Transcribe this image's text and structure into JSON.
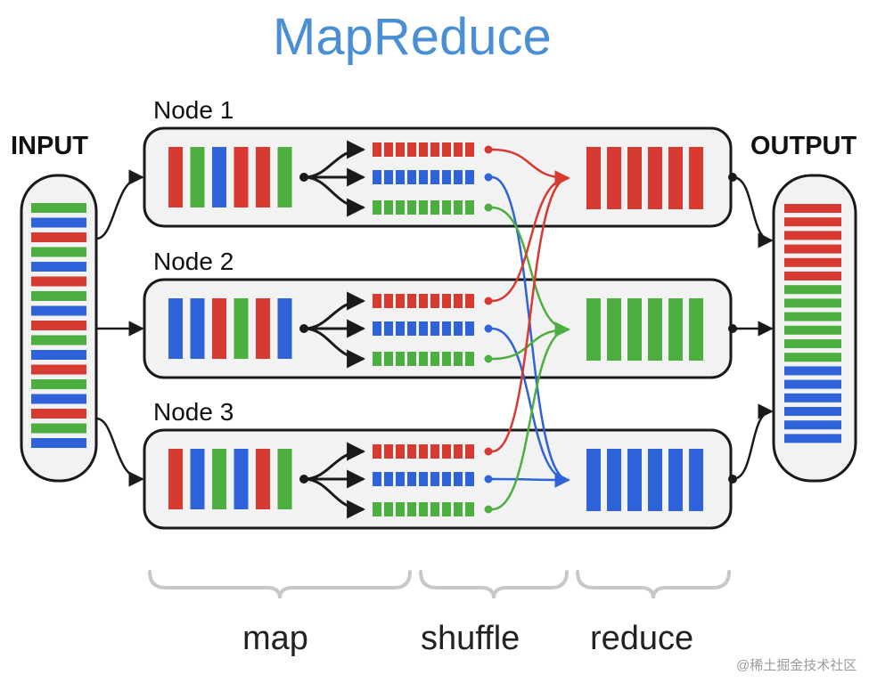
{
  "title": "MapReduce",
  "input_label": "INPUT",
  "output_label": "OUTPUT",
  "nodes": [
    {
      "label": "Node 1",
      "input_block": [
        "red",
        "green",
        "blue",
        "red",
        "red",
        "green"
      ],
      "reduce_color": "red"
    },
    {
      "label": "Node 2",
      "input_block": [
        "blue",
        "blue",
        "red",
        "green",
        "red",
        "blue"
      ],
      "reduce_color": "green"
    },
    {
      "label": "Node 3",
      "input_block": [
        "red",
        "blue",
        "green",
        "blue",
        "red",
        "green"
      ],
      "reduce_color": "blue"
    }
  ],
  "shuffle_rows": [
    "red",
    "blue",
    "green"
  ],
  "input_stripes": [
    "green",
    "blue",
    "red",
    "green",
    "blue",
    "red",
    "green",
    "blue",
    "red",
    "green",
    "blue",
    "red",
    "green",
    "blue",
    "red",
    "green",
    "blue"
  ],
  "output_stripes": [
    "red",
    "red",
    "red",
    "red",
    "red",
    "red",
    "green",
    "green",
    "green",
    "green",
    "green",
    "green",
    "blue",
    "blue",
    "blue",
    "blue",
    "blue",
    "blue"
  ],
  "stages": {
    "map": "map",
    "shuffle": "shuffle",
    "reduce": "reduce"
  },
  "watermark": "@稀土掘金技术社区",
  "colors": {
    "red": "#d63a31",
    "green": "#4caf3f",
    "blue": "#2f63d9",
    "title": "#4a8fd6",
    "box_fill": "#f2f2f2",
    "outline": "#1a1a1a"
  }
}
